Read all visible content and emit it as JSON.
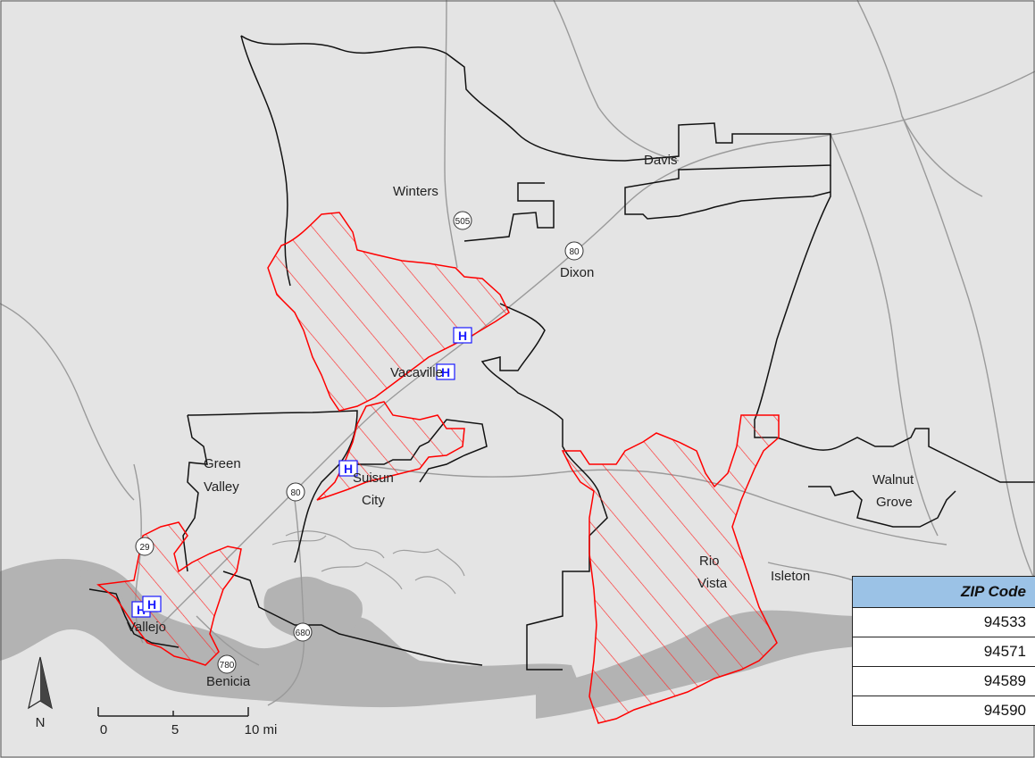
{
  "places": {
    "winters": "Winters",
    "davis": "Davis",
    "dixon": "Dixon",
    "vacaville": "Vacaville",
    "green_valley_1": "Green",
    "green_valley_2": "Valley",
    "suisun_1": "Suisun",
    "suisun_2": "City",
    "walnut_grove_1": "Walnut",
    "walnut_grove_2": "Grove",
    "rio_vista_1": "Rio",
    "rio_vista_2": "Vista",
    "isleton": "Isleton",
    "vallejo": "Vallejo",
    "benicia": "Benicia"
  },
  "highways": {
    "i505": "505",
    "i80_dixon": "80",
    "i80_suisun": "80",
    "sr29": "29",
    "i680": "680",
    "i780": "780"
  },
  "hospital_symbol": "H",
  "north_arrow_label": "N",
  "scale_bar": {
    "tick_0": "0",
    "tick_5": "5",
    "tick_10": "10 mi"
  },
  "zip_table": {
    "header": "ZIP Code",
    "rows": [
      "94533",
      "94571",
      "94589",
      "94590"
    ]
  },
  "colors": {
    "land": "#e4e4e4",
    "water": "#b3b3b3",
    "zip_boundary": "#ff0000",
    "county_boundary": "#000000",
    "road": "#9a9a9a",
    "hospital": "#1a1aff",
    "table_header": "#9bc2e6"
  }
}
